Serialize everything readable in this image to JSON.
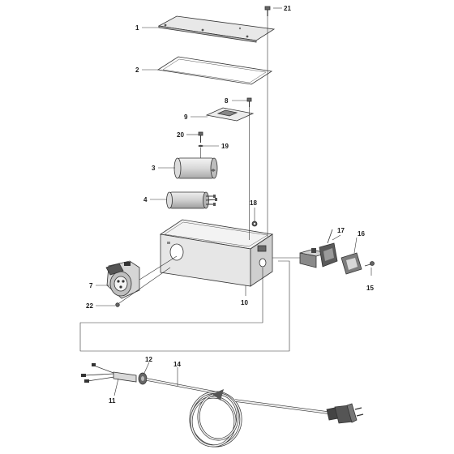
{
  "diagram": {
    "callouts": [
      {
        "id": "1",
        "label": "1"
      },
      {
        "id": "2",
        "label": "2"
      },
      {
        "id": "3",
        "label": "3"
      },
      {
        "id": "4",
        "label": "4"
      },
      {
        "id": "7",
        "label": "7"
      },
      {
        "id": "8",
        "label": "8"
      },
      {
        "id": "9",
        "label": "9"
      },
      {
        "id": "10",
        "label": "10"
      },
      {
        "id": "11",
        "label": "11"
      },
      {
        "id": "12",
        "label": "12"
      },
      {
        "id": "14",
        "label": "14"
      },
      {
        "id": "15",
        "label": "15"
      },
      {
        "id": "16",
        "label": "16"
      },
      {
        "id": "17",
        "label": "17"
      },
      {
        "id": "18",
        "label": "18"
      },
      {
        "id": "19",
        "label": "19"
      },
      {
        "id": "20",
        "label": "20"
      },
      {
        "id": "21",
        "label": "21"
      },
      {
        "id": "22",
        "label": "22"
      }
    ],
    "colors": {
      "line": "#333333",
      "part_fill": "#e6e6e6",
      "part_dark": "#5a5a5a",
      "background": "#ffffff"
    }
  }
}
